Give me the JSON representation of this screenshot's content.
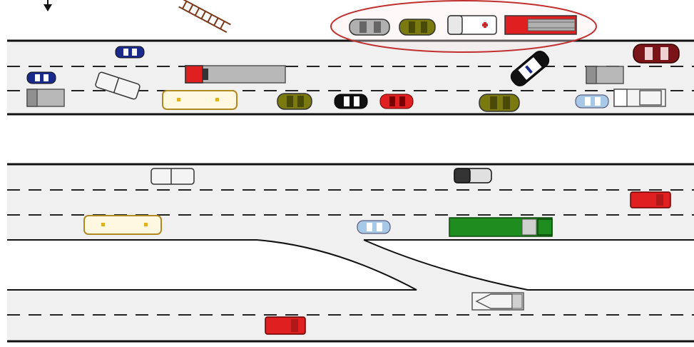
{
  "diagram": {
    "description_visible_text": "",
    "colors": {
      "background": "#ffffff",
      "road": "#f0f0f0",
      "edge_line": "#111111",
      "lane_dash": "#222222",
      "incident_ellipse": "#c0302f",
      "incident_fill": "#fde8e8"
    },
    "vehicles": [
      {
        "name": "car-white",
        "kind": "car",
        "color": "#f4f4f4"
      },
      {
        "name": "car-navy",
        "kind": "car",
        "color": "#1a2a8a"
      },
      {
        "name": "car-olive",
        "kind": "car",
        "color": "#7a7a10"
      },
      {
        "name": "car-black",
        "kind": "car",
        "color": "#111111"
      },
      {
        "name": "car-red",
        "kind": "car",
        "color": "#e02020"
      },
      {
        "name": "car-maroon",
        "kind": "car",
        "color": "#7a1418"
      },
      {
        "name": "car-lightblue",
        "kind": "car",
        "color": "#a8c8e8"
      },
      {
        "name": "truck-grey",
        "kind": "truck",
        "color": "#b8b8b8"
      },
      {
        "name": "truck-red",
        "kind": "truck",
        "color": "#e02020"
      },
      {
        "name": "truck-green",
        "kind": "truck",
        "color": "#1e8c1e"
      },
      {
        "name": "bus-cream",
        "kind": "bus",
        "color": "#fff8e0"
      },
      {
        "name": "ambulance",
        "kind": "ambulance",
        "color": "#ffffff"
      },
      {
        "name": "fire-truck",
        "kind": "fire-truck",
        "color": "#e02020"
      },
      {
        "name": "police-car",
        "kind": "police",
        "color": "#111111"
      }
    ],
    "icons": {
      "ladder": "ladder-icon",
      "north_arrow": "arrow-icon"
    }
  }
}
